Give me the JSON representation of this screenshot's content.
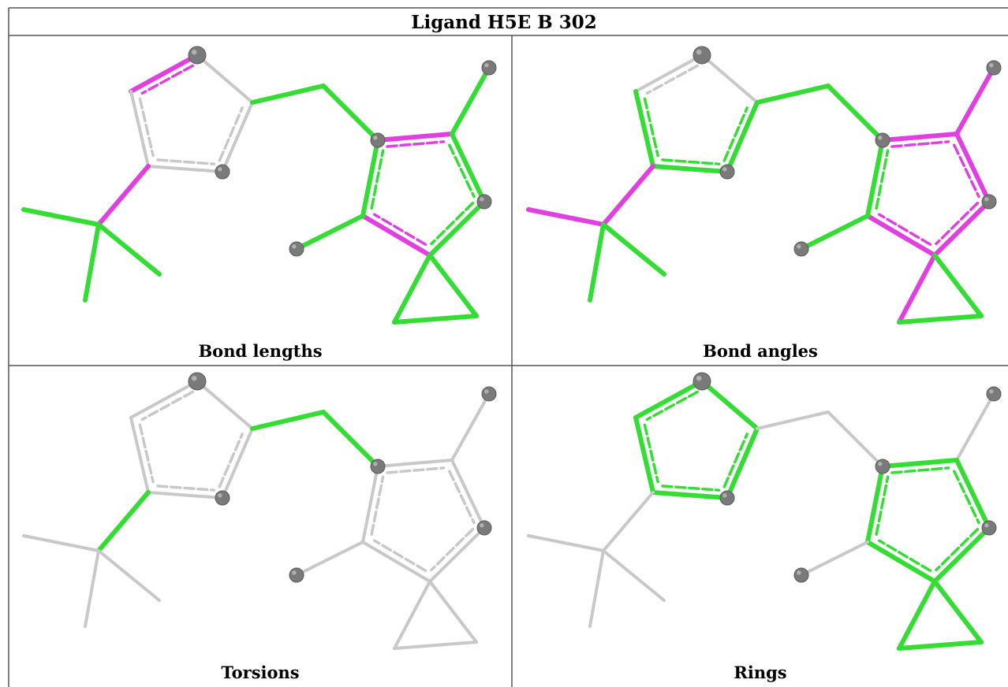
{
  "title": "Ligand H5E B 302",
  "panels": [
    {
      "caption": "Bond lengths"
    },
    {
      "caption": "Bond angles"
    },
    {
      "caption": "Torsions"
    },
    {
      "caption": "Rings"
    }
  ],
  "colors": {
    "outlier": "#e040e0",
    "ok": "#33dd33",
    "neutral": "#c8c8c8",
    "atom": "#7a7a7a",
    "border": "#555555"
  }
}
